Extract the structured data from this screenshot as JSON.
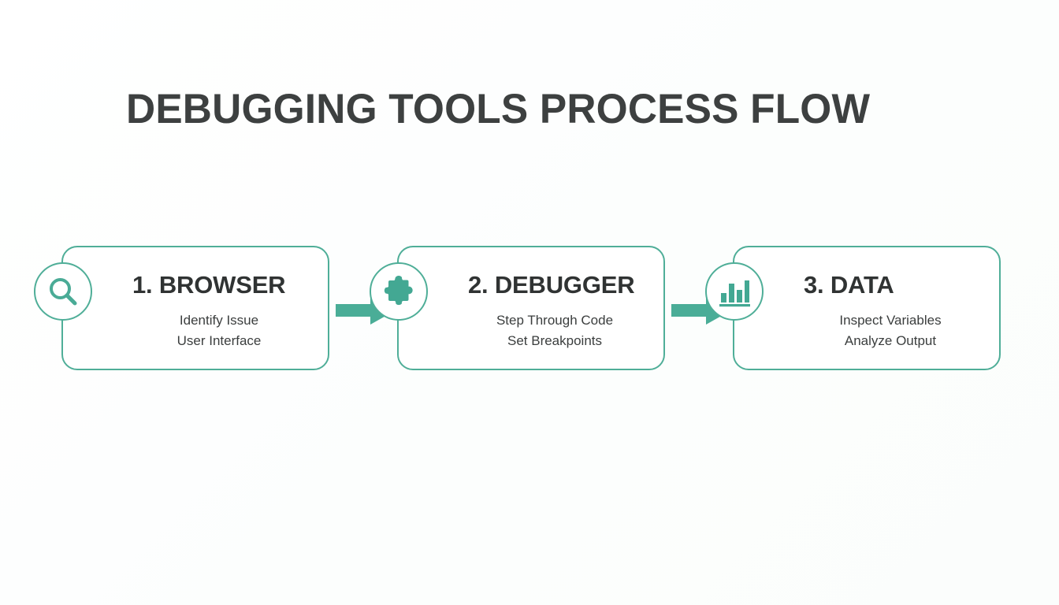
{
  "slide": {
    "title": "DEBUGGING TOOLS PROCESS FLOW",
    "background_color": "#fdfefe",
    "accent_color": "#4fae98",
    "title_color": "#3d4040",
    "body_text_color": "#3b3e3e"
  },
  "flow": {
    "steps": [
      {
        "number": "1.",
        "title": "1. BROWSER",
        "icon": "magnifying-glass-icon",
        "lines": [
          "Identify Issue",
          "User Interface"
        ]
      },
      {
        "number": "2.",
        "title": "2. DEBUGGER",
        "icon": "puzzle-piece-icon",
        "lines": [
          "Step Through Code",
          "Set Breakpoints"
        ]
      },
      {
        "number": "3.",
        "title": "3. DATA",
        "icon": "bar-chart-icon",
        "lines": [
          "Inspect Variables",
          "Analyze Output"
        ]
      }
    ],
    "connectors": [
      {
        "icon": "arrow-right-icon",
        "from": "1. BROWSER",
        "to": "2. DEBUGGER"
      },
      {
        "icon": "arrow-right-icon",
        "from": "2. DEBUGGER",
        "to": "3. DATA"
      }
    ]
  }
}
